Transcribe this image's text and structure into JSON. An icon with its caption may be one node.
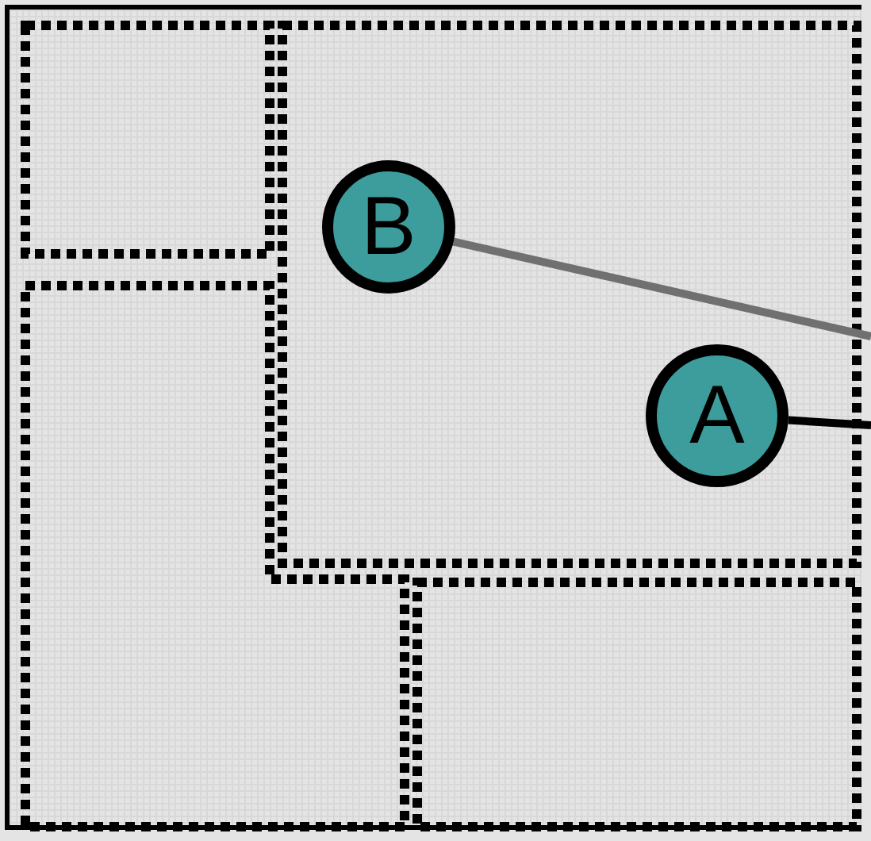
{
  "diagram": {
    "nodes": [
      {
        "text": [],
        "shape": "box"
      },
      {
        "text": [],
        "shape": "box"
      },
      {
        "text": [
          "B"
        ],
        "in": 1
      },
      {
        "text": [
          "A"
        ],
        "in": 1
      },
      {
        "text": [],
        "shape": "box"
      },
      {
        "text": [],
        "shape": "box"
      }
    ],
    "edges": [
      {
        "from": 2,
        "to": null,
        "arrow": "none",
        "color": "#707070"
      },
      {
        "from": 3,
        "to": null,
        "arrow": "none",
        "color": "#000000"
      }
    ]
  }
}
